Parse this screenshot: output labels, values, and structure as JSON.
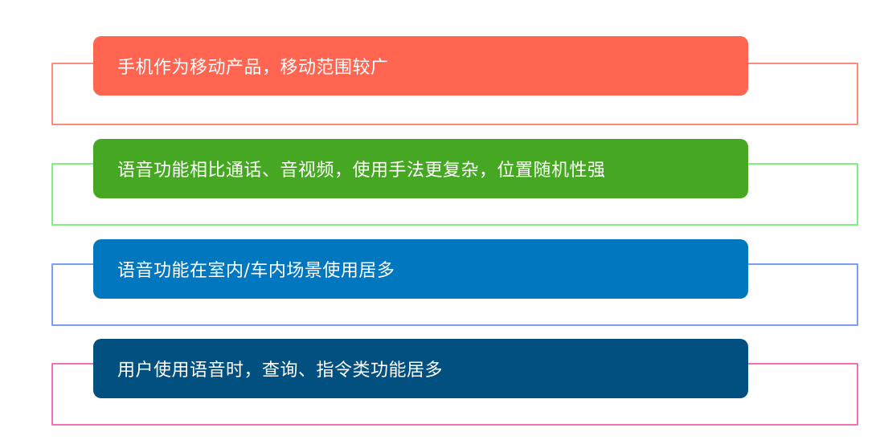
{
  "items": [
    {
      "text": "手机作为移动产品，移动范围较广",
      "fill": "#FF6550",
      "outline": "#FF8B7D"
    },
    {
      "text": "语音功能相比通话、音视频，使用手法更复杂，位置随机性强",
      "fill": "#46A822",
      "outline": "#7CF27C"
    },
    {
      "text": "语音功能在室内/车内场景使用居多",
      "fill": "#0077BF",
      "outline": "#7B9CF5"
    },
    {
      "text": "用户使用语音时，查询、指令类功能居多",
      "fill": "#01507F",
      "outline": "#F56FB4"
    }
  ]
}
